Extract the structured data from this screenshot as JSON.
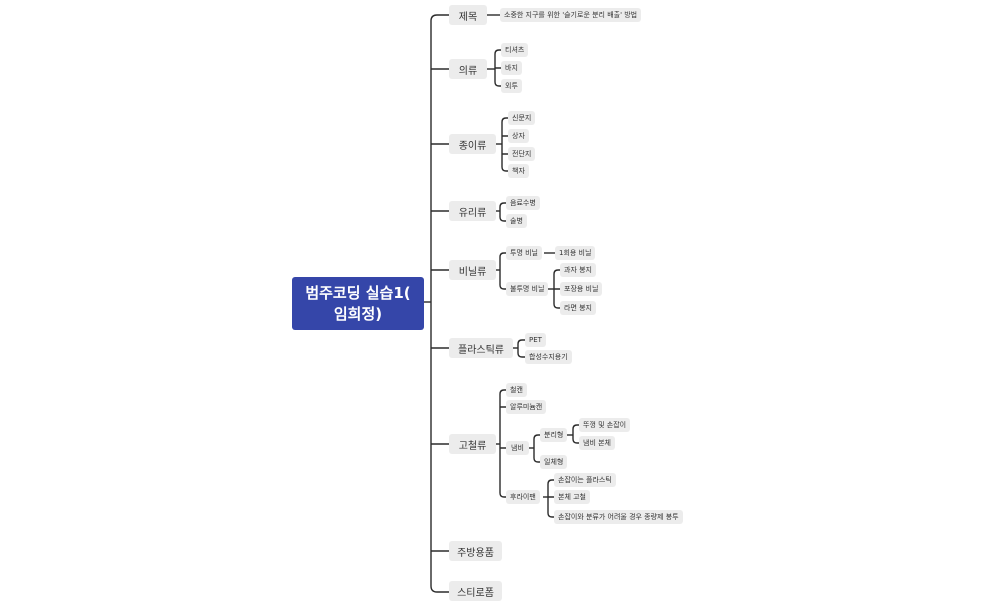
{
  "root": {
    "line1": "범주코딩 실습1(",
    "line2": "임희정)"
  },
  "colors": {
    "root_bg": "#3546a9",
    "node_bg": "#ececec",
    "line": "#2b2b2b"
  },
  "branches": {
    "title": {
      "label": "제목",
      "children": [
        "소중한 지구를 위한 '슬기로운 분리 배출' 방법"
      ]
    },
    "clothing": {
      "label": "의류",
      "children": [
        "티셔츠",
        "바지",
        "외투"
      ]
    },
    "paper": {
      "label": "종이류",
      "children": [
        "신문지",
        "상자",
        "전단지",
        "책자"
      ]
    },
    "glass": {
      "label": "유리류",
      "children": [
        "음료수병",
        "술병"
      ]
    },
    "vinyl": {
      "label": "비닐류",
      "clear": {
        "label": "투명 비닐",
        "children": [
          "1회용 비닐"
        ]
      },
      "opaque": {
        "label": "불투명 비닐",
        "children": [
          "과자 봉지",
          "포장용 비닐",
          "라면 봉지"
        ]
      }
    },
    "plastic": {
      "label": "플라스틱류",
      "children": [
        "PET",
        "합성수지용기"
      ]
    },
    "metal": {
      "label": "고철류",
      "children": [
        "철캔",
        "알루미늄캔"
      ],
      "pot": {
        "label": "냄비",
        "separable": {
          "label": "분리형",
          "children": [
            "뚜껑 및 손잡이",
            "냄비 본체"
          ]
        },
        "integrated": {
          "label": "일체형"
        }
      },
      "frypan": {
        "label": "후라이팬",
        "children": [
          "손잡이는 플라스틱",
          "본체 고철",
          "손잡이와 분류가 어려울 경우  종량제 봉투"
        ]
      }
    },
    "kitchen": {
      "label": "주방용품"
    },
    "styrofoam": {
      "label": "스티로폼"
    }
  }
}
